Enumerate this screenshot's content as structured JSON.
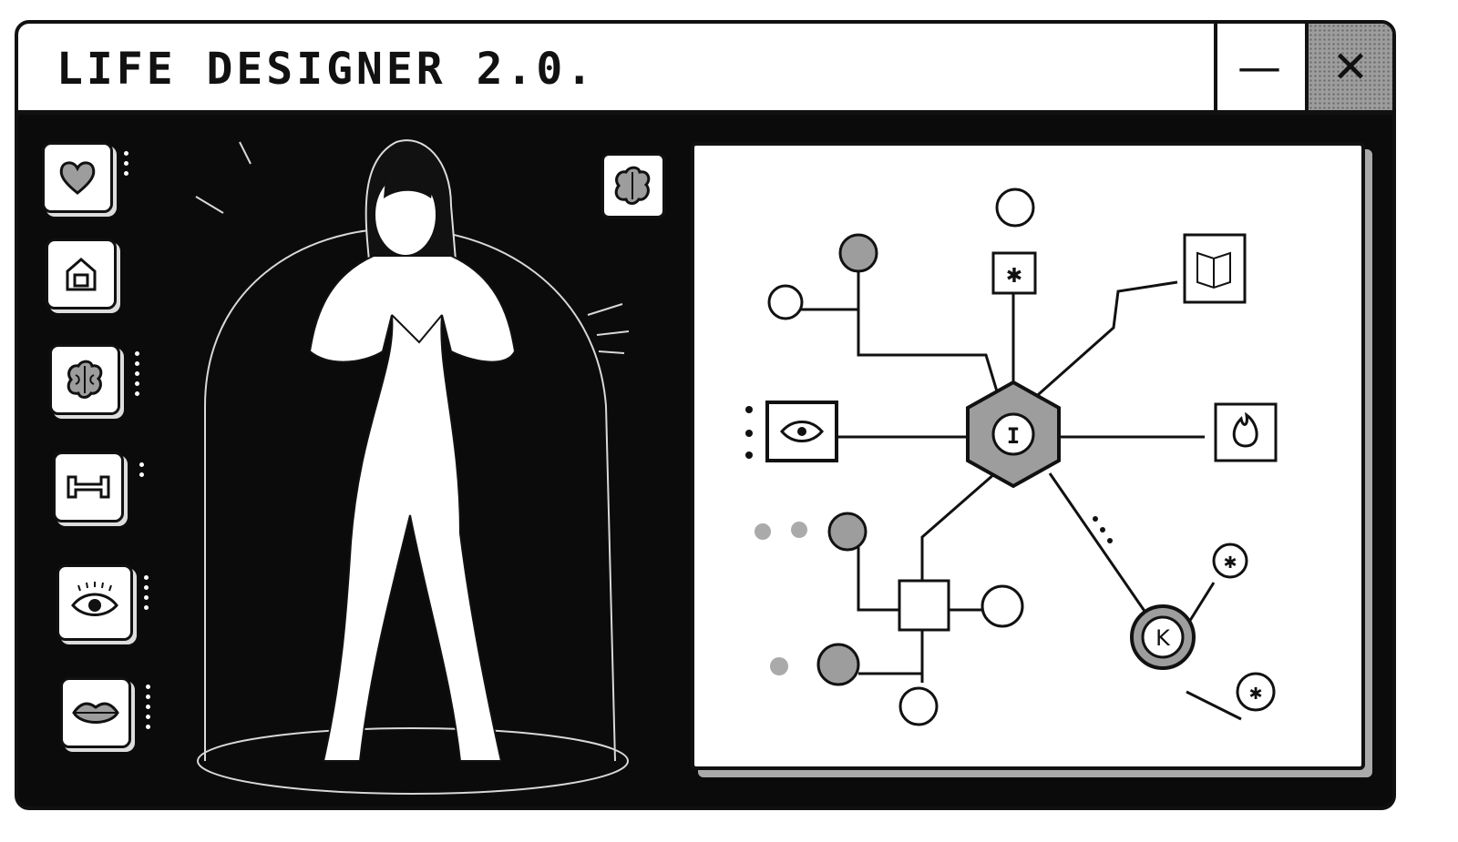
{
  "window": {
    "title": "LIFE DESIGNER 2.0.",
    "minimize_glyph": "—",
    "close_glyph": "✕"
  },
  "sidebar": {
    "items": [
      {
        "icon": "heart-icon"
      },
      {
        "icon": "house-icon"
      },
      {
        "icon": "brain-icon"
      },
      {
        "icon": "dumbbell-icon"
      },
      {
        "icon": "eye-icon"
      },
      {
        "icon": "lips-icon"
      }
    ]
  },
  "stage": {
    "figure": "avatar-figure"
  },
  "graph": {
    "center_label": "I",
    "k_node_label": "K"
  },
  "colors": {
    "background": "#0b0b0b",
    "panel": "#ffffff",
    "halftone": "#9d9d9d"
  }
}
